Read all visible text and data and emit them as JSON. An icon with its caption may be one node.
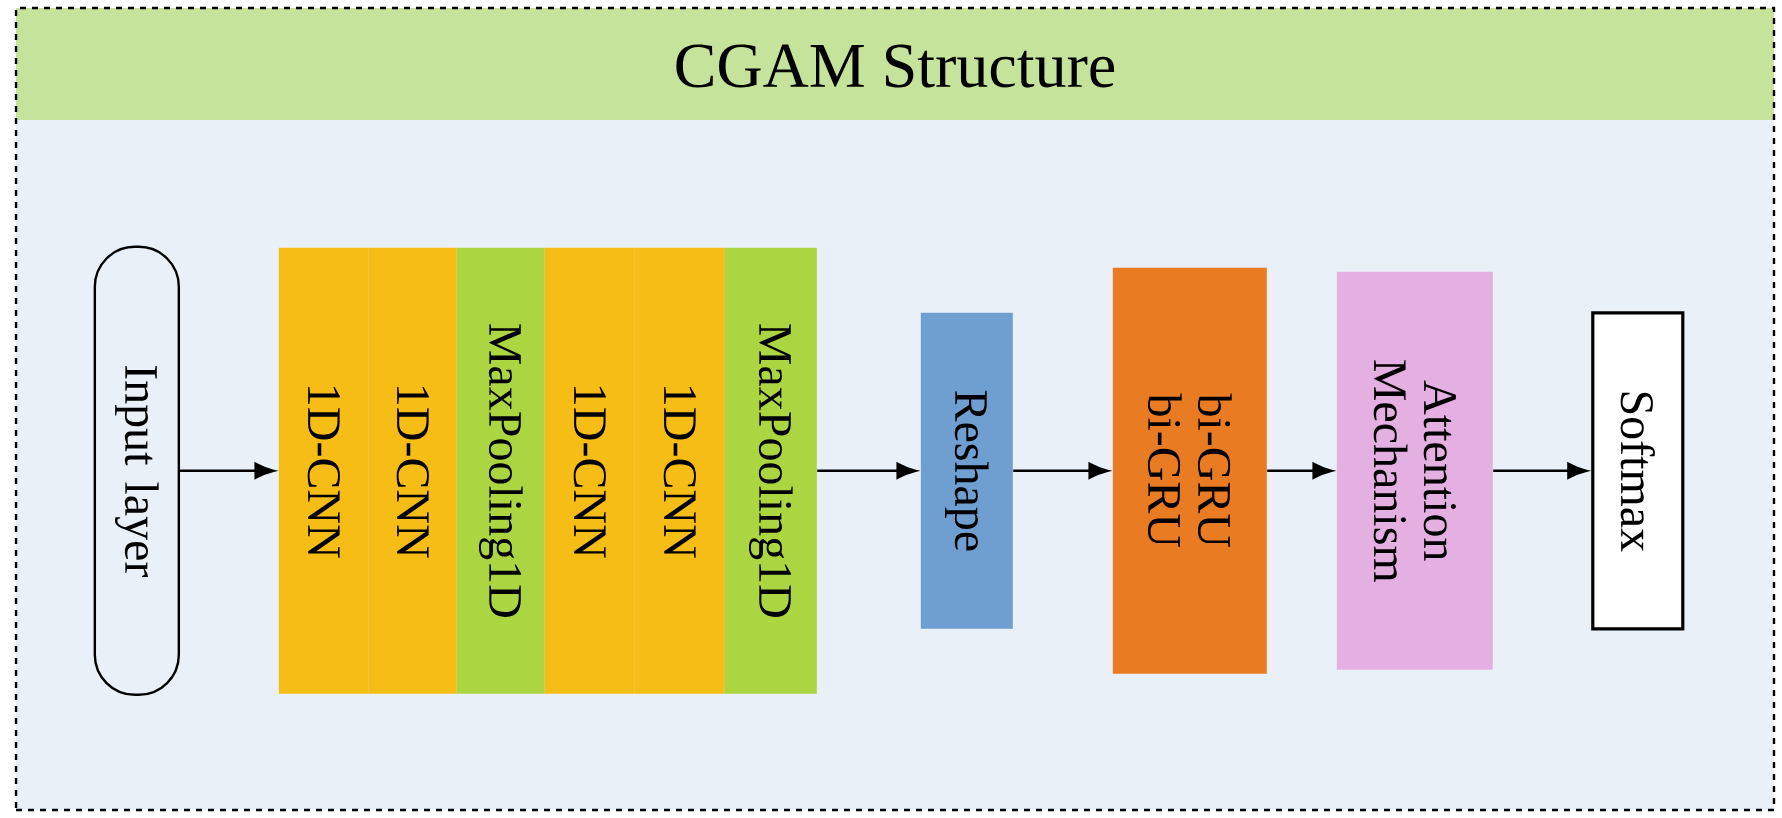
{
  "diagram": {
    "nodes": [
      {
        "text": [
          "CGAM Structure"
        ]
      },
      {
        "text": [
          "Input layer"
        ],
        "in": 0
      },
      {
        "text": [
          "1D-CNN"
        ],
        "in": 0
      },
      {
        "text": [
          "1D-CNN"
        ],
        "in": 0
      },
      {
        "text": [
          "MaxPooling1D"
        ],
        "in": 0
      },
      {
        "text": [
          "1D-CNN"
        ],
        "in": 0
      },
      {
        "text": [
          "1D-CNN"
        ],
        "in": 0
      },
      {
        "text": [
          "MaxPooling1D"
        ],
        "in": 0
      },
      {
        "text": [
          "Reshape"
        ],
        "in": 0
      },
      {
        "text": [
          "bi-GRU",
          "bi-GRU"
        ],
        "in": 0
      },
      {
        "text": [
          "Attention Mechanism"
        ],
        "in": 0
      },
      {
        "text": [
          "Softmax"
        ],
        "in": 0
      }
    ],
    "edges": [
      {
        "from": 1,
        "to": 2,
        "arrow": "to"
      },
      {
        "from": 7,
        "to": 8,
        "arrow": "to"
      },
      {
        "from": 8,
        "to": 9,
        "arrow": "to"
      },
      {
        "from": 9,
        "to": 10,
        "arrow": "to"
      },
      {
        "from": 10,
        "to": 11,
        "arrow": "to"
      }
    ]
  }
}
